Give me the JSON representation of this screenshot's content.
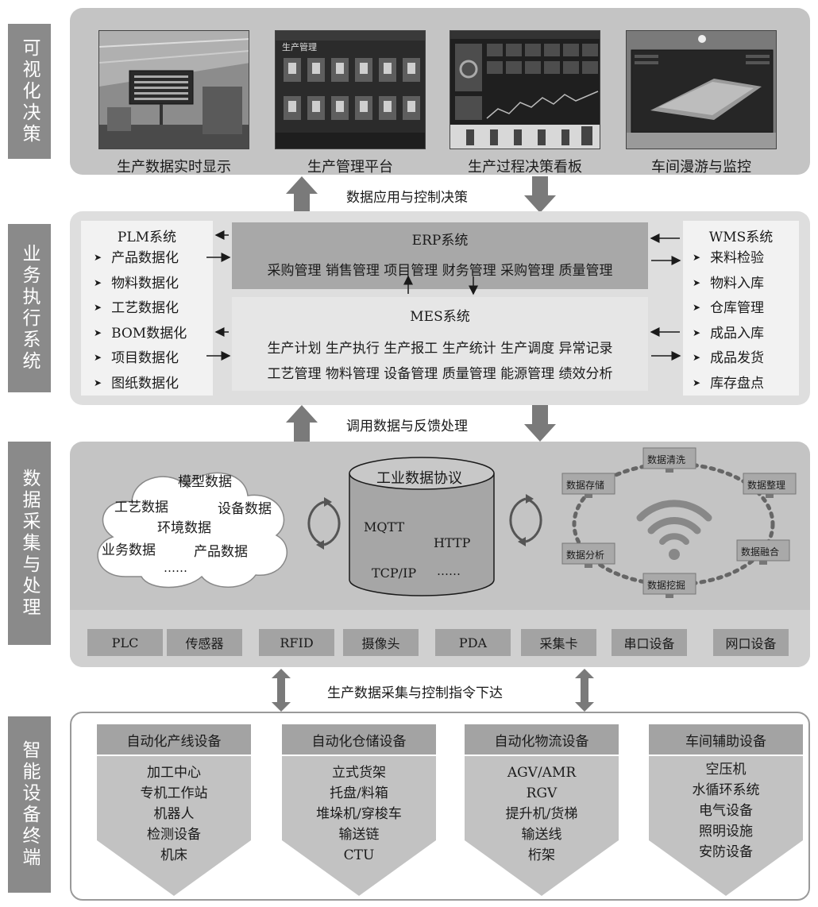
{
  "layers": [
    {
      "label": "可视化决策"
    },
    {
      "label": "业务执行系统"
    },
    {
      "label": "数据采集与处理"
    },
    {
      "label": "智能设备终端"
    }
  ],
  "visualization": {
    "screens": [
      {
        "caption": "生产数据实时显示"
      },
      {
        "caption": "生产管理平台",
        "screen_title": "生产管理"
      },
      {
        "caption": "生产过程决策看板"
      },
      {
        "caption": "车间漫游与监控"
      }
    ]
  },
  "arrow_labels": {
    "top": "数据应用与控制决策",
    "middle": "调用数据与反馈处理",
    "bottom": "生产数据采集与控制指令下达"
  },
  "business": {
    "plm": {
      "title": "PLM系统",
      "items": [
        "产品数据化",
        "物料数据化",
        "工艺数据化",
        "BOM数据化",
        "项目数据化",
        "图纸数据化"
      ]
    },
    "erp": {
      "title": "ERP系统",
      "row": "采购管理 销售管理 项目管理 财务管理 采购管理 质量管理"
    },
    "mes": {
      "title": "MES系统",
      "row1": "生产计划 生产执行 生产报工 生产统计 生产调度 异常记录",
      "row2": "工艺管理 物料管理 设备管理 质量管理 能源管理 绩效分析"
    },
    "wms": {
      "title": "WMS系统",
      "items": [
        "来料检验",
        "物料入库",
        "仓库管理",
        "成品入库",
        "成品发货",
        "库存盘点"
      ]
    }
  },
  "data_layer": {
    "cloud": {
      "items": [
        "模型数据",
        "工艺数据",
        "设备数据",
        "环境数据",
        "业务数据",
        "产品数据",
        "……"
      ]
    },
    "protocol": {
      "title": "工业数据协议",
      "items": [
        "MQTT",
        "HTTP",
        "TCP/IP",
        "……"
      ]
    },
    "processing": {
      "nodes": [
        "数据清洗",
        "数据存储",
        "数据整理",
        "数据分析",
        "数据融合",
        "数据挖掘"
      ]
    }
  },
  "devices": [
    "PLC",
    "传感器",
    "RFID",
    "摄像头",
    "PDA",
    "采集卡",
    "串口设备",
    "网口设备"
  ],
  "equipment": [
    {
      "title": "自动化产线设备",
      "items": [
        "加工中心",
        "专机工作站",
        "机器人",
        "检测设备",
        "机床"
      ]
    },
    {
      "title": "自动化仓储设备",
      "items": [
        "立式货架",
        "托盘/料箱",
        "堆垛机/穿梭车",
        "输送链",
        "CTU"
      ]
    },
    {
      "title": "自动化物流设备",
      "items": [
        "AGV/AMR",
        "RGV",
        "提升机/货梯",
        "输送线",
        "桁架"
      ]
    },
    {
      "title": "车间辅助设备",
      "items": [
        "空压机",
        "水循环系统",
        "电气设备",
        "照明设施",
        "安防设备"
      ]
    }
  ],
  "colors": {
    "layer_label": "#8a8a8a",
    "panel_gray": "#c4c4c4",
    "box_dark": "#a8a8a8",
    "arrow": "#7a7a7a"
  }
}
